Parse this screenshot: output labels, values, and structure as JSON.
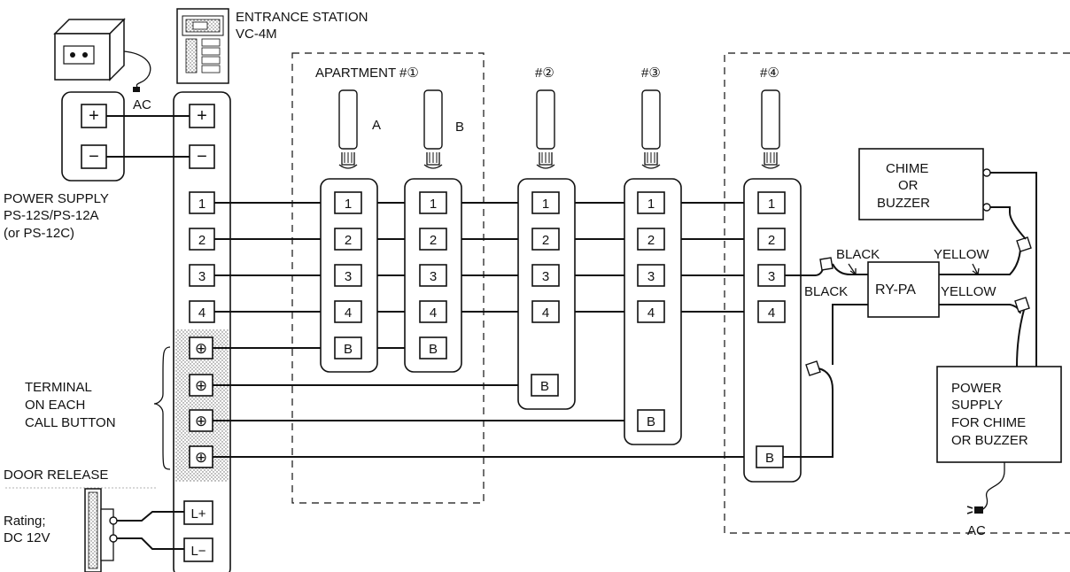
{
  "labels": {
    "entrance_station_title": "ENTRANCE STATION",
    "entrance_station_model": "VC-4M",
    "ac_top": "AC",
    "power_supply_line1": "POWER SUPPLY",
    "power_supply_line2": "PS-12S/PS-12A",
    "power_supply_line3": "(or PS-12C)",
    "terminal_line1": "TERMINAL",
    "terminal_line2": "ON EACH",
    "terminal_line3": "CALL BUTTON",
    "door_release": "DOOR RELEASE",
    "rating_line1": "Rating;",
    "rating_line2": "DC 12V",
    "apartment_1": "APARTMENT #①",
    "apartment_2": "#②",
    "apartment_3": "#③",
    "apartment_4": "#④",
    "handset_a": "A",
    "handset_b": "B",
    "chime_line1": "CHIME",
    "chime_line2": "OR",
    "chime_line3": "BUZZER",
    "black_top": "BLACK",
    "yellow_top": "YELLOW",
    "black_mid": "BLACK",
    "relay": "RY-PA",
    "yellow_mid": "YELLOW",
    "ps_chime_line1": "POWER",
    "ps_chime_line2": "SUPPLY",
    "ps_chime_line3": "FOR CHIME",
    "ps_chime_line4": "OR BUZZER",
    "ac_bottom": "AC"
  },
  "terminals": {
    "plus": "+",
    "minus": "−",
    "t1": "1",
    "t2": "2",
    "t3": "3",
    "t4": "4",
    "tb": "B",
    "call": "⊕",
    "lplus": "L+",
    "lminus": "L−"
  }
}
